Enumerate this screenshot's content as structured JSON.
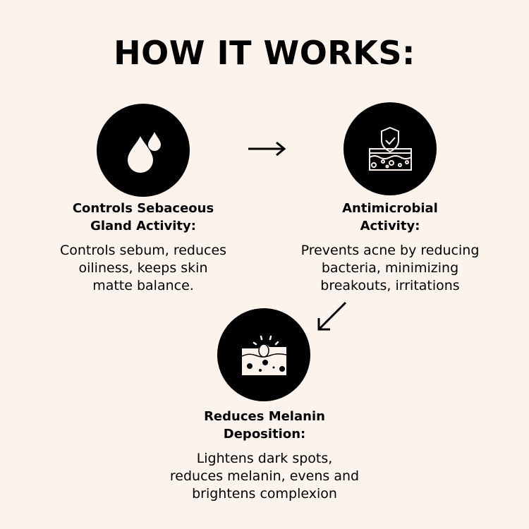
{
  "title": "HOW IT WORKS:",
  "steps": [
    {
      "heading_line1": "Controls Sebaceous",
      "heading_line2": "Gland Activity:",
      "desc_line1": "Controls sebum, reduces",
      "desc_line2": "oiliness, keeps skin",
      "desc_line3": "matte balance.",
      "icon": "oil-drops-icon"
    },
    {
      "heading_line1": "Antimicrobial",
      "heading_line2": "Activity:",
      "desc_line1": "Prevents acne by reducing",
      "desc_line2": "bacteria, minimizing",
      "desc_line3": "breakouts, irritations",
      "icon": "skin-shield-icon"
    },
    {
      "heading_line1": "Reduces Melanin",
      "heading_line2": "Deposition:",
      "desc_line1": "Lightens dark spots,",
      "desc_line2": "reduces melanin, evens and",
      "desc_line3": "brightens complexion",
      "icon": "skin-melanin-icon"
    }
  ],
  "colors": {
    "background": "#fdf3ed",
    "circle": "#000000",
    "icon": "#fdf3ed"
  }
}
